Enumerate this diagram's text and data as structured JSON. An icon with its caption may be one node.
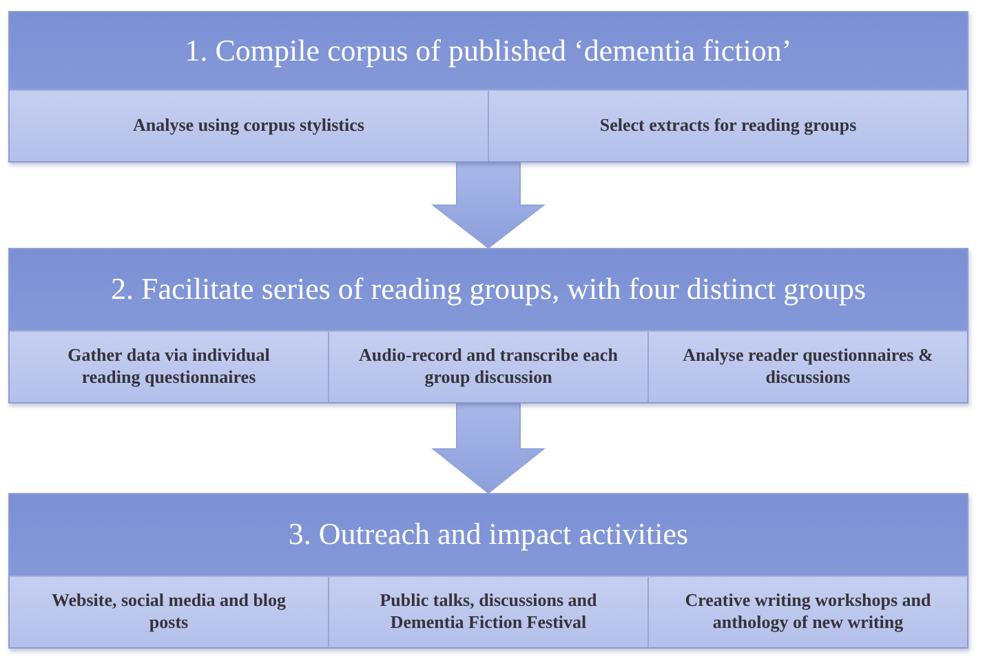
{
  "diagram": {
    "nodes": [
      {
        "text": [
          "1. Compile corpus of published ‘dementia fiction’"
        ]
      },
      {
        "text": [
          "Analyse using corpus stylistics"
        ],
        "in": 0
      },
      {
        "text": [
          "Select extracts for reading groups"
        ],
        "in": 0
      },
      {
        "text": [
          "2. Facilitate series of reading groups, with four distinct groups"
        ]
      },
      {
        "text": [
          "Gather data via individual reading questionnaires"
        ],
        "in": 3
      },
      {
        "text": [
          "Audio-record and transcribe each group discussion"
        ],
        "in": 3
      },
      {
        "text": [
          "Analyse reader questionnaires & discussions"
        ],
        "in": 3
      },
      {
        "text": [
          "3. Outreach and impact activities"
        ]
      },
      {
        "text": [
          "Website, social media and blog posts"
        ],
        "in": 7
      },
      {
        "text": [
          "Public talks, discussions and Dementia Fiction Festival"
        ],
        "in": 7
      },
      {
        "text": [
          "Creative writing workshops and anthology of new writing"
        ],
        "in": 7
      }
    ],
    "edges": [
      {
        "from": 0,
        "to": 3,
        "arrow": "to"
      },
      {
        "from": 3,
        "to": 7,
        "arrow": "to"
      }
    ]
  }
}
